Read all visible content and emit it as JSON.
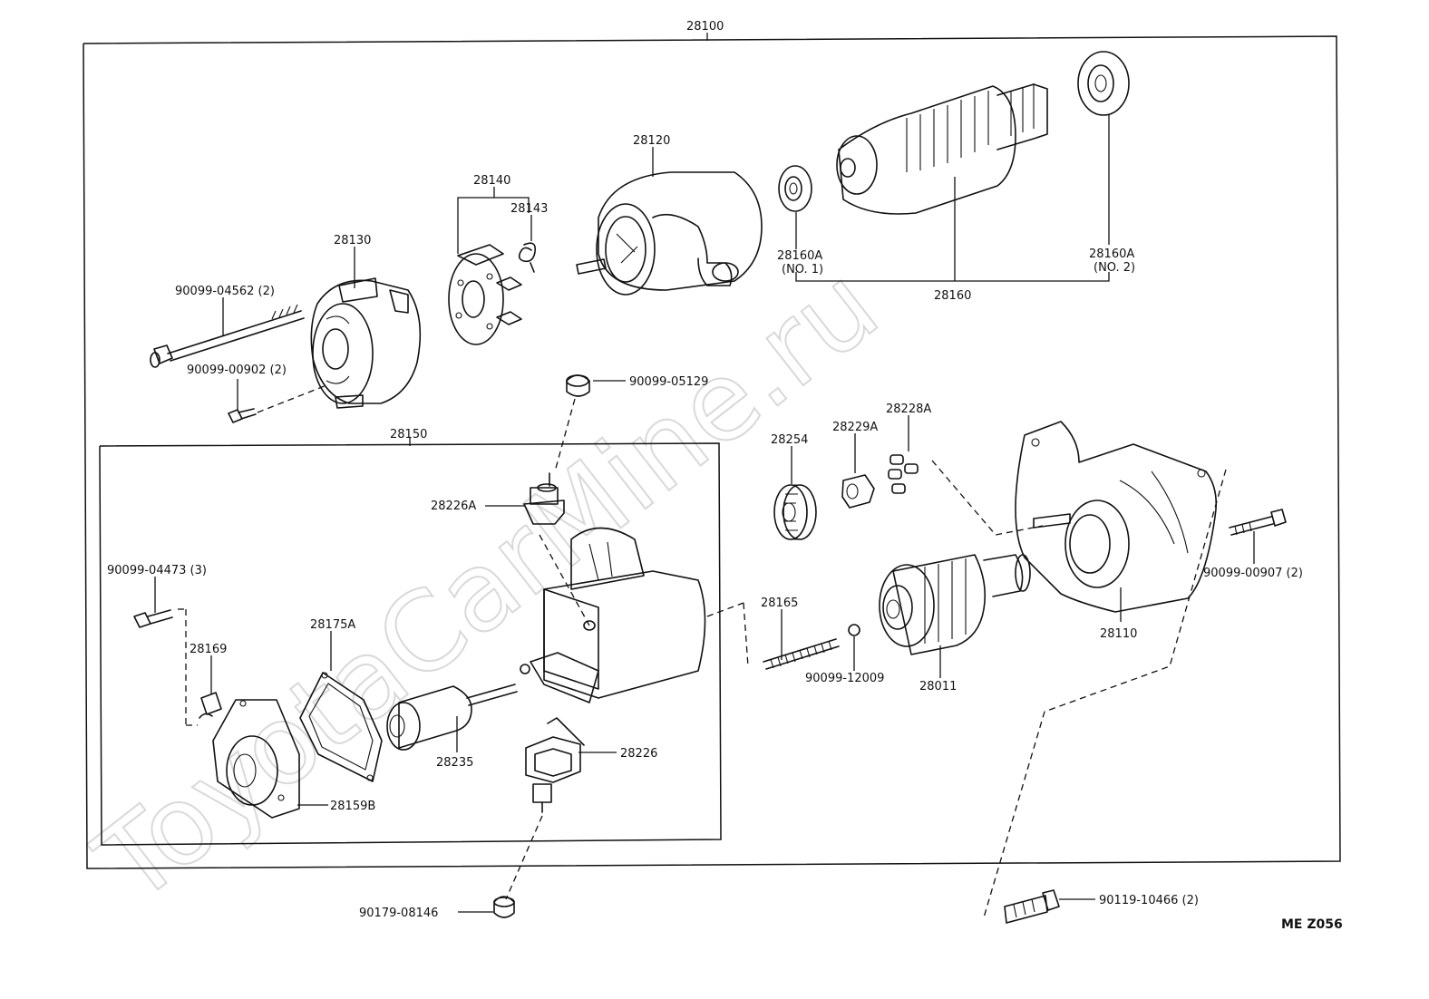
{
  "watermark": "ToyotaCarMine.ru",
  "diagram_code": "ME Z056",
  "labels": {
    "p28100": "28100",
    "p28120": "28120",
    "p28140": "28140",
    "p28143": "28143",
    "p28130": "28130",
    "p90099_04562": "90099-04562 (2)",
    "p90099_00902": "90099-00902 (2)",
    "p28160a_1": "28160A",
    "p28160a_1_sub": "(NO. 1)",
    "p28160a_2": "28160A",
    "p28160a_2_sub": "(NO. 2)",
    "p28160": "28160",
    "p90099_05129": "90099-05129",
    "p28150": "28150",
    "p28226a": "28226A",
    "p90099_04473": "90099-04473 (3)",
    "p28169": "28169",
    "p28175a": "28175A",
    "p28235": "28235",
    "p28226": "28226",
    "p28159b": "28159B",
    "p90179_08146": "90179-08146",
    "p28254": "28254",
    "p28229a": "28229A",
    "p28228a": "28228A",
    "p28165": "28165",
    "p90099_12009": "90099-12009",
    "p28011": "28011",
    "p28110": "28110",
    "p90099_00907": "90099-00907 (2)",
    "p90119_10466": "90119-10466 (2)"
  }
}
